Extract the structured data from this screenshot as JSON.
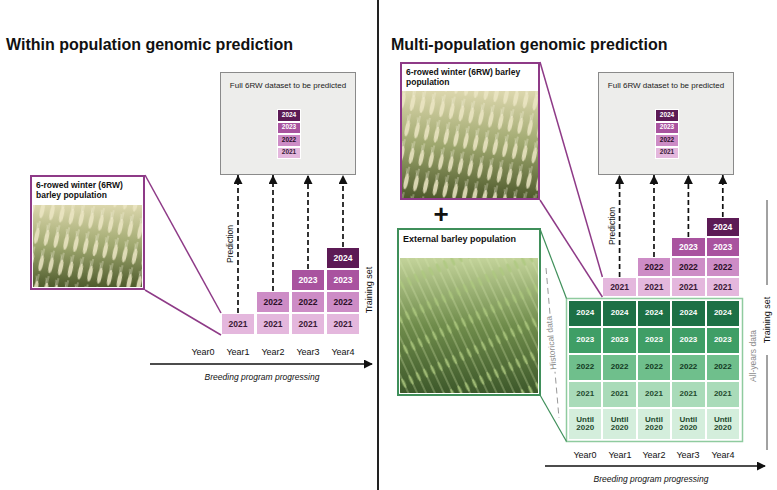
{
  "diagram": {
    "nodes": [
      {
        "text": [
          "Full 6RW dataset to be predicted"
        ]
      },
      {
        "text": [
          "2024"
        ],
        "in": 0
      },
      {
        "text": [
          "2023"
        ],
        "in": 0
      },
      {
        "text": [
          "2022"
        ],
        "in": 0
      },
      {
        "text": [
          "2021"
        ],
        "in": 0
      },
      {
        "text": [
          "6-rowed winter (6RW) barley population"
        ]
      },
      {
        "text": [
          "2021"
        ]
      },
      {
        "text": [
          "2022"
        ]
      },
      {
        "text": [
          "2021"
        ]
      },
      {
        "text": [
          "2023"
        ]
      },
      {
        "text": [
          "2022"
        ]
      },
      {
        "text": [
          "2021"
        ]
      },
      {
        "text": [
          "2024"
        ]
      },
      {
        "text": [
          "2023"
        ]
      },
      {
        "text": [
          "2022"
        ]
      },
      {
        "text": [
          "2021"
        ]
      },
      {
        "text": [
          "6-rowed winter (6RW) barley population"
        ]
      },
      {
        "text": [
          "Full 6RW dataset to be predicted"
        ]
      },
      {
        "text": [
          "2024"
        ],
        "in": 17
      },
      {
        "text": [
          "2023"
        ],
        "in": 17
      },
      {
        "text": [
          "2022"
        ],
        "in": 17
      },
      {
        "text": [
          "2021"
        ],
        "in": 17
      },
      {
        "text": [
          "2021"
        ]
      },
      {
        "text": [
          "2022"
        ]
      },
      {
        "text": [
          "2021"
        ]
      },
      {
        "text": [
          "2023"
        ]
      },
      {
        "text": [
          "2022"
        ]
      },
      {
        "text": [
          "2021"
        ]
      },
      {
        "text": [
          "2024"
        ]
      },
      {
        "text": [
          "2023"
        ]
      },
      {
        "text": [
          "2022"
        ]
      },
      {
        "text": [
          "2021"
        ]
      },
      {
        "text": [
          "External barley population"
        ]
      },
      {
        "text": [
          "2024"
        ],
        "in": 32
      },
      {
        "text": [
          "2024"
        ],
        "in": 32
      },
      {
        "text": [
          "2024"
        ],
        "in": 32
      },
      {
        "text": [
          "2024"
        ],
        "in": 32
      },
      {
        "text": [
          "2024"
        ],
        "in": 32
      },
      {
        "text": [
          "2023"
        ],
        "in": 32
      },
      {
        "text": [
          "2023"
        ],
        "in": 32
      },
      {
        "text": [
          "2023"
        ],
        "in": 32
      },
      {
        "text": [
          "2023"
        ],
        "in": 32
      },
      {
        "text": [
          "2023"
        ],
        "in": 32
      },
      {
        "text": [
          "2022"
        ],
        "in": 32
      },
      {
        "text": [
          "2022"
        ],
        "in": 32
      },
      {
        "text": [
          "2022"
        ],
        "in": 32
      },
      {
        "text": [
          "2022"
        ],
        "in": 32
      },
      {
        "text": [
          "2022"
        ],
        "in": 32
      },
      {
        "text": [
          "2021"
        ],
        "in": 32
      },
      {
        "text": [
          "2021"
        ],
        "in": 32
      },
      {
        "text": [
          "2021"
        ],
        "in": 32
      },
      {
        "text": [
          "2021"
        ],
        "in": 32
      },
      {
        "text": [
          "2021"
        ],
        "in": 32
      },
      {
        "text": [
          "Until 2020"
        ],
        "in": 32
      },
      {
        "text": [
          "Until 2020"
        ],
        "in": 32
      },
      {
        "text": [
          "Until 2020"
        ],
        "in": 32
      },
      {
        "text": [
          "Until 2020"
        ],
        "in": 32
      },
      {
        "text": [
          "Until 2020"
        ],
        "in": 32
      }
    ],
    "edges": [
      {
        "from": 6,
        "to": 0,
        "arrow": "to",
        "label": "Prediction"
      },
      {
        "from": 7,
        "to": 0,
        "arrow": "to"
      },
      {
        "from": 9,
        "to": 0,
        "arrow": "to"
      },
      {
        "from": 12,
        "to": 0,
        "arrow": "to"
      },
      {
        "from": 5,
        "to": 6,
        "arrow": "none"
      },
      {
        "from": 5,
        "to": 6,
        "arrow": "none"
      },
      {
        "from": 22,
        "to": 17,
        "arrow": "to",
        "label": "Prediction"
      },
      {
        "from": 23,
        "to": 17,
        "arrow": "to"
      },
      {
        "from": 25,
        "to": 17,
        "arrow": "to"
      },
      {
        "from": 28,
        "to": 17,
        "arrow": "to"
      },
      {
        "from": 16,
        "to": 22,
        "arrow": "none"
      },
      {
        "from": 16,
        "to": 22,
        "arrow": "none"
      }
    ],
    "labels": [
      "Within population genomic prediction",
      "Multi-population genomic prediction",
      "Year0",
      "Year1",
      "Year2",
      "Year3",
      "Year4",
      "Breeding program progressing",
      "Training set",
      "+",
      "Historical data",
      "All-years data",
      "Training set",
      "Year0",
      "Year1",
      "Year2",
      "Year3",
      "Year4",
      "Breeding program progressing"
    ]
  }
}
